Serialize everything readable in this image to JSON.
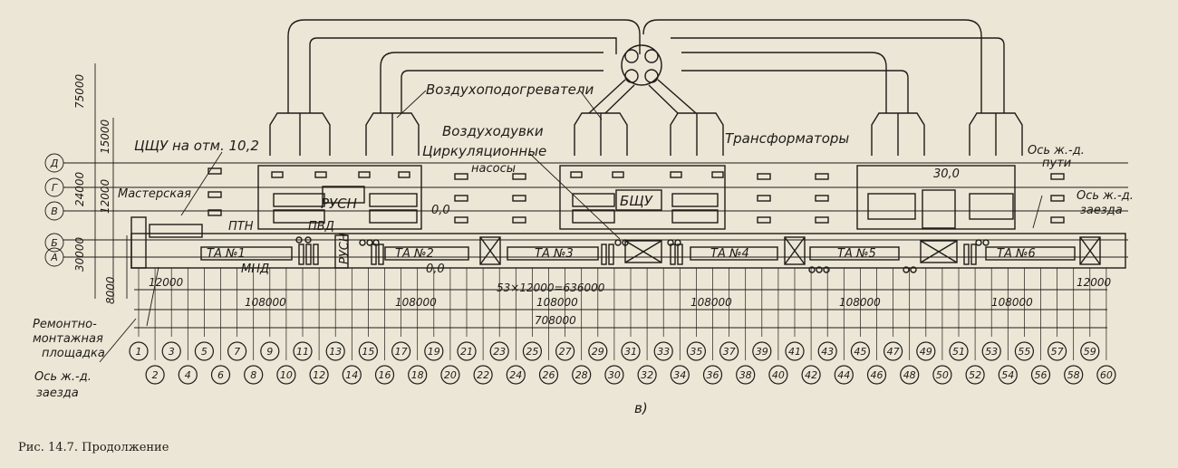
{
  "labels": {
    "air_heaters": "Воздухоподогреватели",
    "blowers": "Воздуходувки",
    "circ_pumps_1": "Циркуляционные",
    "circ_pumps_2": "насосы",
    "transformers": "Трансформаторы",
    "rail_axis_1a": "Ось ж.-д.",
    "rail_axis_1b": "пути",
    "rail_axis_2a": "Ось ж.-д.",
    "rail_axis_2b": "заезда",
    "cshu": "ЦЩУ на отм. 10,2",
    "workshop": "Мастерская",
    "rusn_1": "РУСН",
    "rusn_2": "РУСН",
    "bshu": "БЩУ",
    "ptn": "ПТН",
    "pvd": "ПВД",
    "mnd": "МНД",
    "elev_00a": "0,0",
    "elev_00b": "0,0",
    "elev_300": "30,0",
    "repair_1": "Ремонтно-",
    "repair_2": "монтажная",
    "repair_3": "площадка",
    "rail_left_1": "Ось ж.-д.",
    "rail_left_2": "заезда",
    "sub": "в)"
  },
  "units": [
    "ТА №1",
    "ТА №2",
    "ТА №3",
    "ТА №4",
    "ТА №5",
    "ТА №6"
  ],
  "rows": [
    "Д",
    "Г",
    "В",
    "Б",
    "А"
  ],
  "vdims": {
    "d75000": "75000",
    "d15000": "15000",
    "d24000": "24000",
    "d12000": "12000",
    "d30000": "30000",
    "d8000": "8000"
  },
  "hdims": {
    "d12000_left": "12000",
    "d108000_1": "108000",
    "d108000_2": "108000",
    "d108000_3": "108000",
    "d108000_4": "108000",
    "d108000_5": "108000",
    "d108000_6": "108000",
    "formula": "53×12000=636000",
    "total": "708000",
    "d12000_right": "12000"
  },
  "columns": [
    "1",
    "2",
    "3",
    "4",
    "5",
    "6",
    "7",
    "8",
    "9",
    "10",
    "11",
    "12",
    "13",
    "14",
    "15",
    "16",
    "17",
    "18",
    "19",
    "20",
    "21",
    "22",
    "23",
    "24",
    "25",
    "26",
    "27",
    "28",
    "29",
    "30",
    "31",
    "32",
    "33",
    "34",
    "35",
    "36",
    "37",
    "38",
    "39",
    "40",
    "41",
    "42",
    "43",
    "44",
    "45",
    "46",
    "47",
    "48",
    "49",
    "50",
    "51",
    "52",
    "53",
    "54",
    "55",
    "56",
    "57",
    "58",
    "59",
    "60"
  ],
  "caption": "Рис. 14.7. Продолжение",
  "colors": {
    "ink": "#1e1c18",
    "paper": "#ece6d6"
  }
}
